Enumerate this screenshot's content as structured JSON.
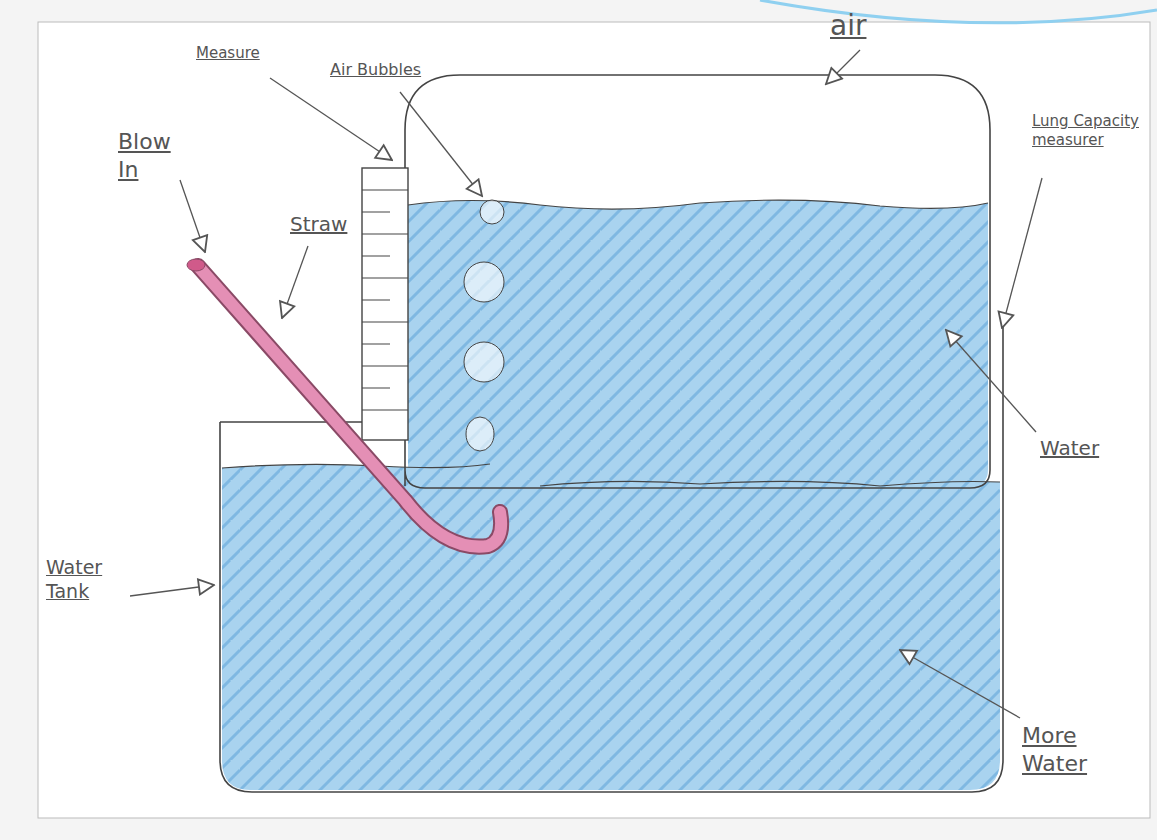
{
  "diagram": {
    "labels": [
      "Measure",
      "Air Bubbles",
      "air",
      "Blow In",
      "Lung Capacity measurer",
      "Straw",
      "Water",
      "Water Tank",
      "More Water"
    ]
  }
}
